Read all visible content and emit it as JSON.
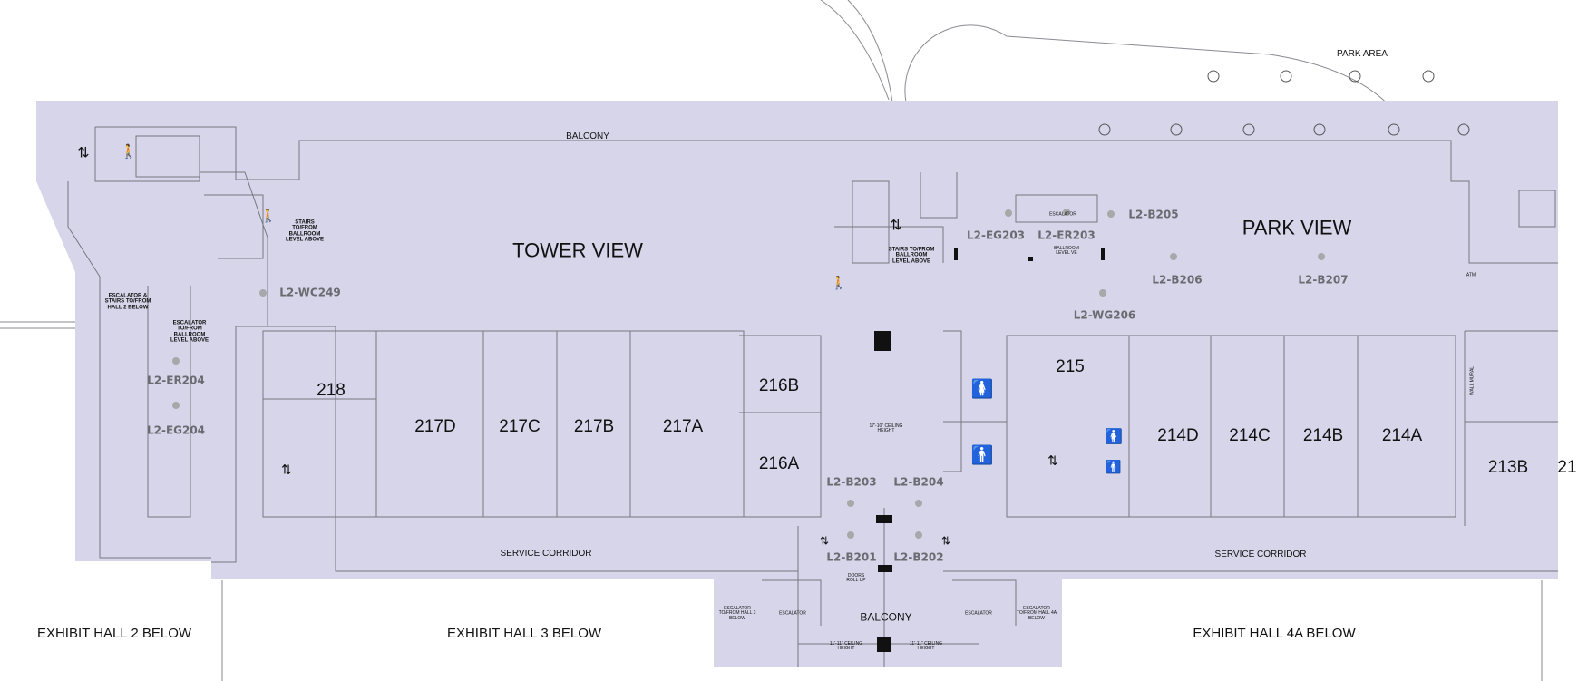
{
  "title": "Level 2 Floor Plan",
  "colors": {
    "floor_fill": "#d7d5e9",
    "wall": "#77777f",
    "marker": "#a5a9a9",
    "icon": "#111111"
  },
  "zones": {
    "park_area": "PARK AREA",
    "balcony_top": "BALCONY",
    "tower_view": "TOWER VIEW",
    "park_view": "PARK VIEW",
    "balcony_bottom": "BALCONY"
  },
  "rooms": [
    "218",
    "217D",
    "217C",
    "217B",
    "217A",
    "216B",
    "216A",
    "215",
    "214D",
    "214C",
    "214B",
    "214A",
    "213B",
    "21"
  ],
  "markers": [
    "L2-WC249",
    "L2-EG203",
    "L2-ER203",
    "L2-B205",
    "L2-B206",
    "L2-B207",
    "L2-WG206",
    "L2-ER204",
    "L2-EG204",
    "L2-B203",
    "L2-B204",
    "L2-B201",
    "L2-B202"
  ],
  "corridors": [
    "SERVICE CORRIDOR",
    "SERVICE CORRIDOR"
  ],
  "below": [
    "EXHIBIT HALL 2 BELOW",
    "EXHIBIT HALL 3 BELOW",
    "EXHIBIT HALL 4A BELOW"
  ],
  "notes": {
    "esc_stairs_hall2": "ESCALATOR & STAIRS TO/FROM HALL 2 BELOW",
    "esc_ballroom_left": "ESCALATOR TO/FROM BALLROOM LEVEL ABOVE",
    "stairs_ballroom_left": "STAIRS TO/FROM BALLROOM LEVEL ABOVE",
    "stairs_ballroom_center": "STAIRS TO/FROM BALLROOM LEVEL ABOVE",
    "escalator_top": "ESCALATOR",
    "ballroom_level": "BALLROOM LEVEL VE",
    "ceiling_center": "17'-10\" CEILING HEIGHT",
    "doors_roll_up": "DOORS ROLL UP",
    "esc_hall3": "ESCALATOR TO/FROM HALL 3 BELOW",
    "escalator_left": "ESCALATOR",
    "escalator_right": "ESCALATOR",
    "esc_hall4a": "ESCALATOR TO/FROM HALL 4A BELOW",
    "ceiling_left": "11'-11\" CEILING HEIGHT",
    "ceiling_right": "11'-11\" CEILING HEIGHT",
    "wall_mural": "WALL MURAL",
    "atm": "ATM"
  },
  "icons": [
    "elevator-icon",
    "stairs-person-icon",
    "escalator-icon",
    "restroom-women-icon",
    "restroom-men-icon",
    "tree-icon"
  ]
}
